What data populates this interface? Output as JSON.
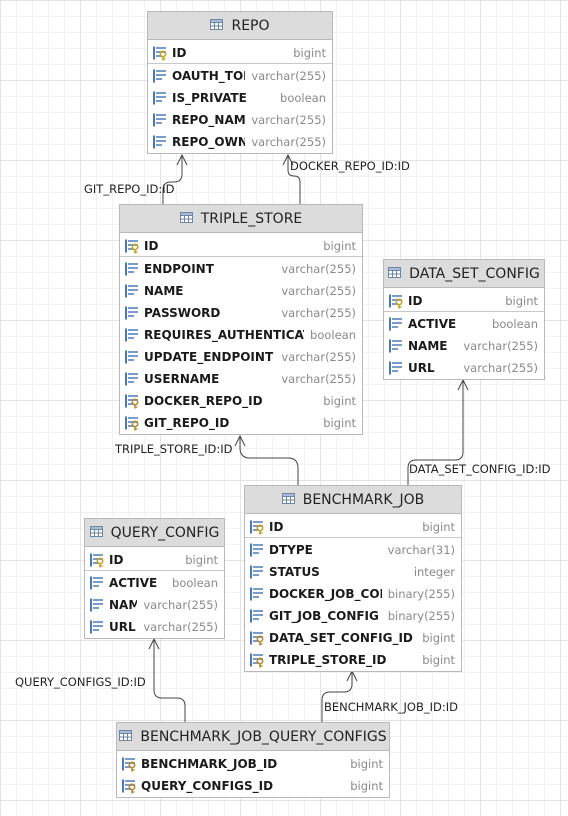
{
  "diagram": {
    "tables": [
      {
        "id": "repo",
        "name": "REPO",
        "columns": [
          {
            "name": "ID",
            "type": "bigint",
            "key": "pk"
          },
          {
            "name": "OAUTH_TOKEN",
            "type": "varchar(255)",
            "key": "none"
          },
          {
            "name": "IS_PRIVATE",
            "type": "boolean",
            "key": "none"
          },
          {
            "name": "REPO_NAME",
            "type": "varchar(255)",
            "key": "none"
          },
          {
            "name": "REPO_OWNER",
            "type": "varchar(255)",
            "key": "none"
          }
        ]
      },
      {
        "id": "triple_store",
        "name": "TRIPLE_STORE",
        "columns": [
          {
            "name": "ID",
            "type": "bigint",
            "key": "pk"
          },
          {
            "name": "ENDPOINT",
            "type": "varchar(255)",
            "key": "none"
          },
          {
            "name": "NAME",
            "type": "varchar(255)",
            "key": "none"
          },
          {
            "name": "PASSWORD",
            "type": "varchar(255)",
            "key": "none"
          },
          {
            "name": "REQUIRES_AUTHENTICATION",
            "type": "boolean",
            "key": "none"
          },
          {
            "name": "UPDATE_ENDPOINT",
            "type": "varchar(255)",
            "key": "none"
          },
          {
            "name": "USERNAME",
            "type": "varchar(255)",
            "key": "none"
          },
          {
            "name": "DOCKER_REPO_ID",
            "type": "bigint",
            "key": "fk"
          },
          {
            "name": "GIT_REPO_ID",
            "type": "bigint",
            "key": "fk"
          }
        ]
      },
      {
        "id": "data_set_config",
        "name": "DATA_SET_CONFIG",
        "columns": [
          {
            "name": "ID",
            "type": "bigint",
            "key": "pk"
          },
          {
            "name": "ACTIVE",
            "type": "boolean",
            "key": "none"
          },
          {
            "name": "NAME",
            "type": "varchar(255)",
            "key": "none"
          },
          {
            "name": "URL",
            "type": "varchar(255)",
            "key": "none"
          }
        ]
      },
      {
        "id": "benchmark_job",
        "name": "BENCHMARK_JOB",
        "columns": [
          {
            "name": "ID",
            "type": "bigint",
            "key": "pk"
          },
          {
            "name": "DTYPE",
            "type": "varchar(31)",
            "key": "none"
          },
          {
            "name": "STATUS",
            "type": "integer",
            "key": "none"
          },
          {
            "name": "DOCKER_JOB_CONFIG",
            "type": "binary(255)",
            "key": "none"
          },
          {
            "name": "GIT_JOB_CONFIG",
            "type": "binary(255)",
            "key": "none"
          },
          {
            "name": "DATA_SET_CONFIG_ID",
            "type": "bigint",
            "key": "fk"
          },
          {
            "name": "TRIPLE_STORE_ID",
            "type": "bigint",
            "key": "fk"
          }
        ]
      },
      {
        "id": "query_config",
        "name": "QUERY_CONFIG",
        "columns": [
          {
            "name": "ID",
            "type": "bigint",
            "key": "pk"
          },
          {
            "name": "ACTIVE",
            "type": "boolean",
            "key": "none"
          },
          {
            "name": "NAME",
            "type": "varchar(255)",
            "key": "none"
          },
          {
            "name": "URL",
            "type": "varchar(255)",
            "key": "none"
          }
        ]
      },
      {
        "id": "benchmark_job_query_configs",
        "name": "BENCHMARK_JOB_QUERY_CONFIGS",
        "columns": [
          {
            "name": "BENCHMARK_JOB_ID",
            "type": "bigint",
            "key": "fk"
          },
          {
            "name": "QUERY_CONFIGS_ID",
            "type": "bigint",
            "key": "fk"
          }
        ]
      }
    ],
    "relations": [
      {
        "id": "git_repo",
        "label": "GIT_REPO_ID:ID",
        "from": "triple_store",
        "to": "repo"
      },
      {
        "id": "docker_repo",
        "label": "DOCKER_REPO_ID:ID",
        "from": "triple_store",
        "to": "repo"
      },
      {
        "id": "triple_store_rel",
        "label": "TRIPLE_STORE_ID:ID",
        "from": "benchmark_job",
        "to": "triple_store"
      },
      {
        "id": "data_set_config_rel",
        "label": "DATA_SET_CONFIG_ID:ID",
        "from": "benchmark_job",
        "to": "data_set_config"
      },
      {
        "id": "query_configs_rel",
        "label": "QUERY_CONFIGS_ID:ID",
        "from": "benchmark_job_query_configs",
        "to": "query_config"
      },
      {
        "id": "benchmark_job_rel",
        "label": "BENCHMARK_JOB_ID:ID",
        "from": "benchmark_job_query_configs",
        "to": "benchmark_job"
      }
    ],
    "colors": {
      "header_bg": "#dcdcdc",
      "border": "#b9b9b9",
      "key_gold": "#c9a227",
      "column_blue": "#4a78b5",
      "type_gray": "#8a8a8a",
      "edge": "#444444"
    }
  }
}
